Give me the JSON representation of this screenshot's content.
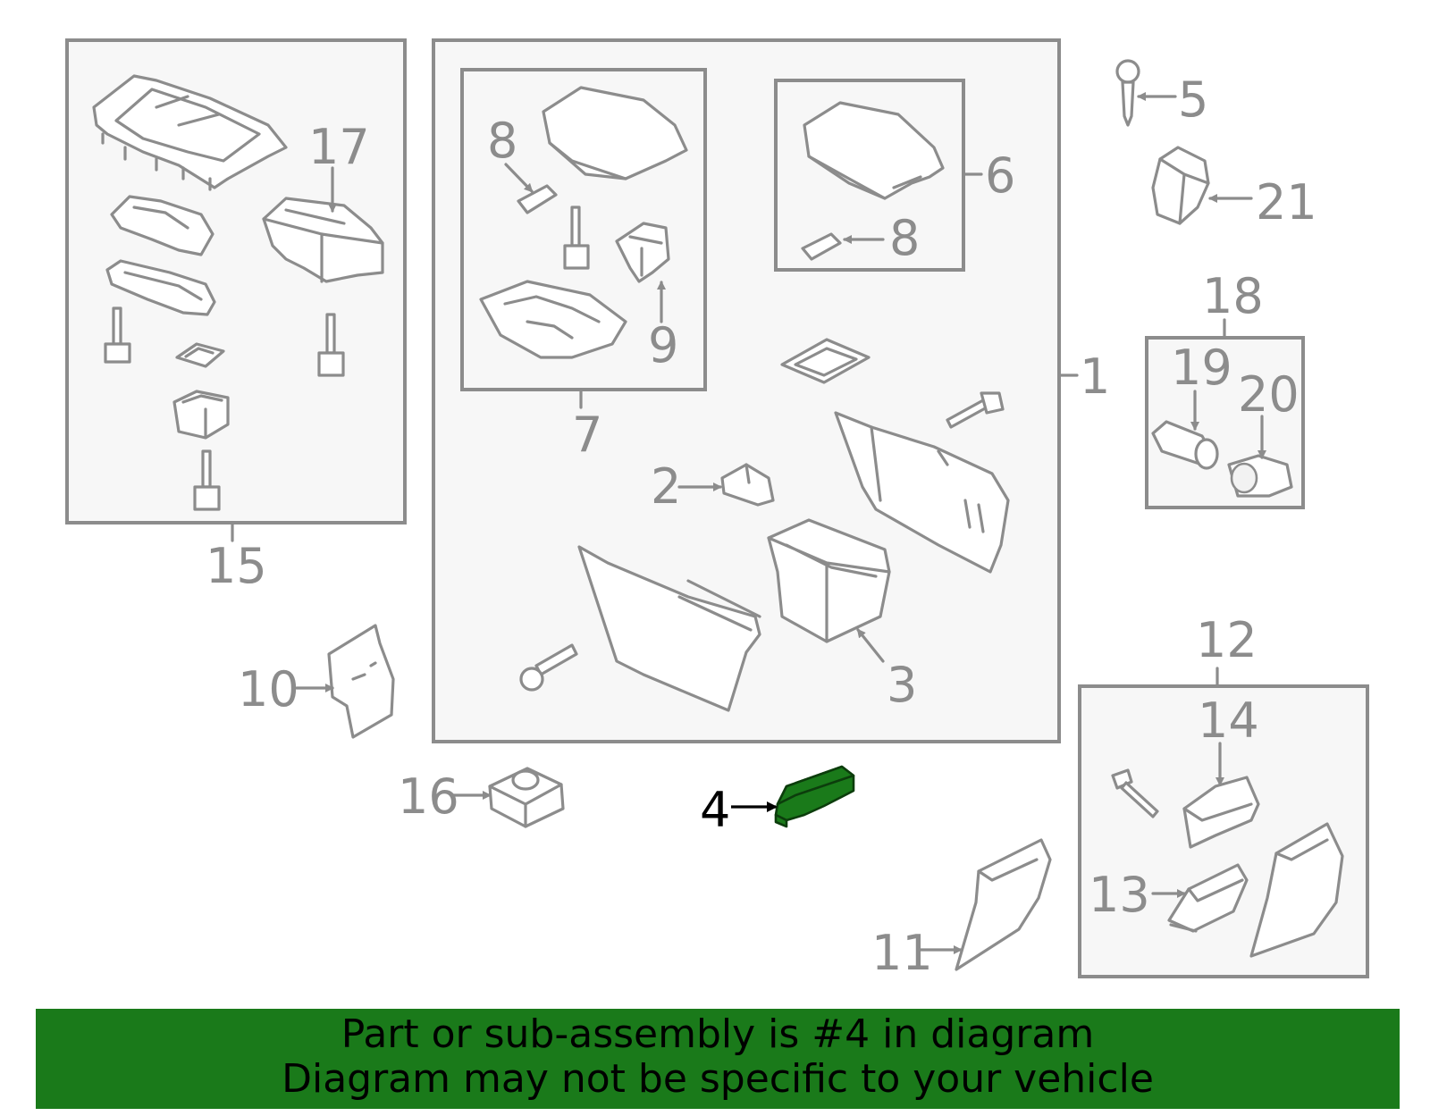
{
  "callouts": {
    "n1": "1",
    "n2": "2",
    "n3": "3",
    "n4": "4",
    "n5": "5",
    "n6": "6",
    "n7": "7",
    "n8a": "8",
    "n8b": "8",
    "n9": "9",
    "n10": "10",
    "n11": "11",
    "n12": "12",
    "n13": "13",
    "n14": "14",
    "n15": "15",
    "n16": "16",
    "n17": "17",
    "n18": "18",
    "n19": "19",
    "n20": "20",
    "n21": "21"
  },
  "highlight_part": "4",
  "colors": {
    "highlight": "#1a7a1a",
    "line": "#8c8c8c",
    "banner_bg": "#1a7a1a"
  },
  "banner": {
    "line1": "Part or sub-assembly is #4 in diagram",
    "line2": "Diagram may not be specific to your vehicle"
  }
}
